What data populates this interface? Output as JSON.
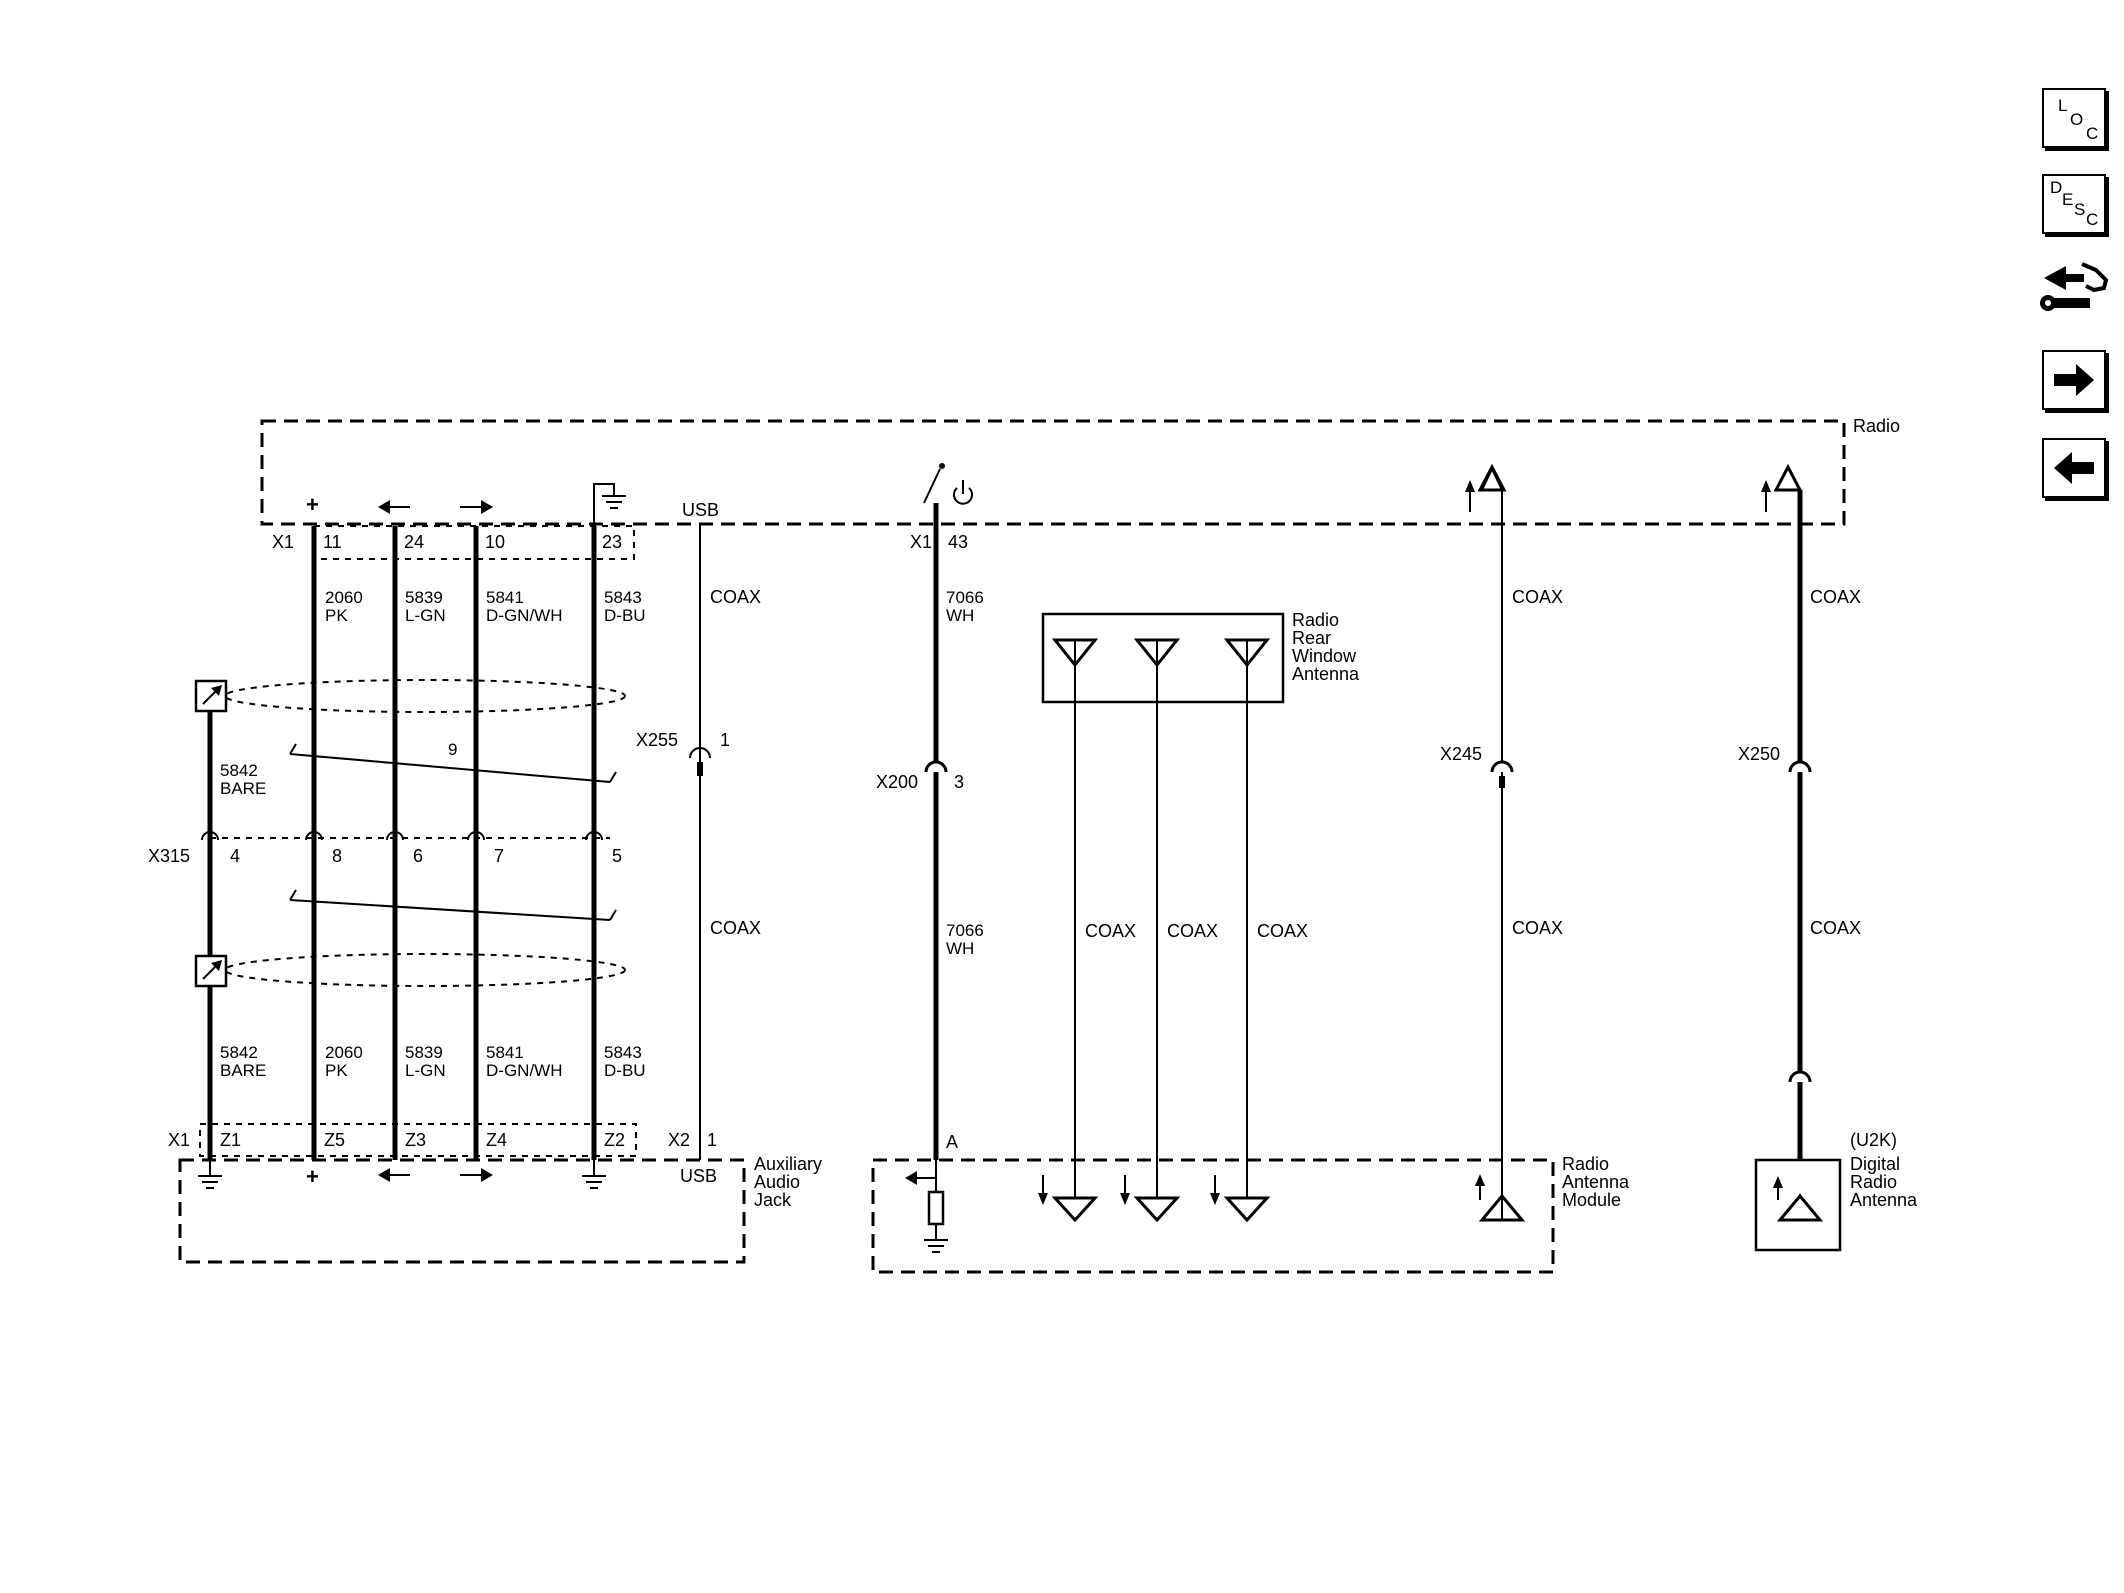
{
  "nav": {
    "loc": [
      "L",
      "O",
      "C"
    ],
    "desc": [
      "D",
      "E",
      "S",
      "C"
    ]
  },
  "radio": {
    "module_label": "Radio",
    "connector_x1": "X1",
    "pins": [
      "11",
      "24",
      "10",
      "23"
    ],
    "coax_pin": "43",
    "usb_label": "USB",
    "wires": [
      {
        "circuit": "2060",
        "color": "PK"
      },
      {
        "circuit": "5839",
        "color": "L-GN"
      },
      {
        "circuit": "5841",
        "color": "D-GN/WH"
      },
      {
        "circuit": "5843",
        "color": "D-BU"
      }
    ],
    "symbols": {
      "plus": "+"
    }
  },
  "shield": {
    "circuit": "5842",
    "color": "BARE",
    "twist": "9"
  },
  "inline": {
    "x315": "X315",
    "x315_pins": [
      "4",
      "8",
      "6",
      "7",
      "5"
    ],
    "x255": "X255",
    "x255_pin": "1",
    "x200": "X200",
    "x200_pin": "3",
    "x245": "X245",
    "x250": "X250"
  },
  "coax": "COAX",
  "power_wire": {
    "circuit": "7066",
    "color": "WH"
  },
  "aux": {
    "label": [
      "Auxiliary",
      "Audio",
      "Jack"
    ],
    "connector_x1": "X1",
    "pins": [
      "Z1",
      "Z5",
      "Z3",
      "Z4",
      "Z2"
    ],
    "connector_x2": "X2",
    "x2_pin": "1",
    "usb_label": "USB"
  },
  "rear_antenna": {
    "label": [
      "Radio",
      "Rear",
      "Window",
      "Antenna"
    ]
  },
  "antenna_module": {
    "label": [
      "Radio",
      "Antenna",
      "Module"
    ],
    "pin": "A"
  },
  "digital_antenna": {
    "label": [
      "(U2K)",
      "Digital",
      "Radio",
      "Antenna"
    ]
  }
}
